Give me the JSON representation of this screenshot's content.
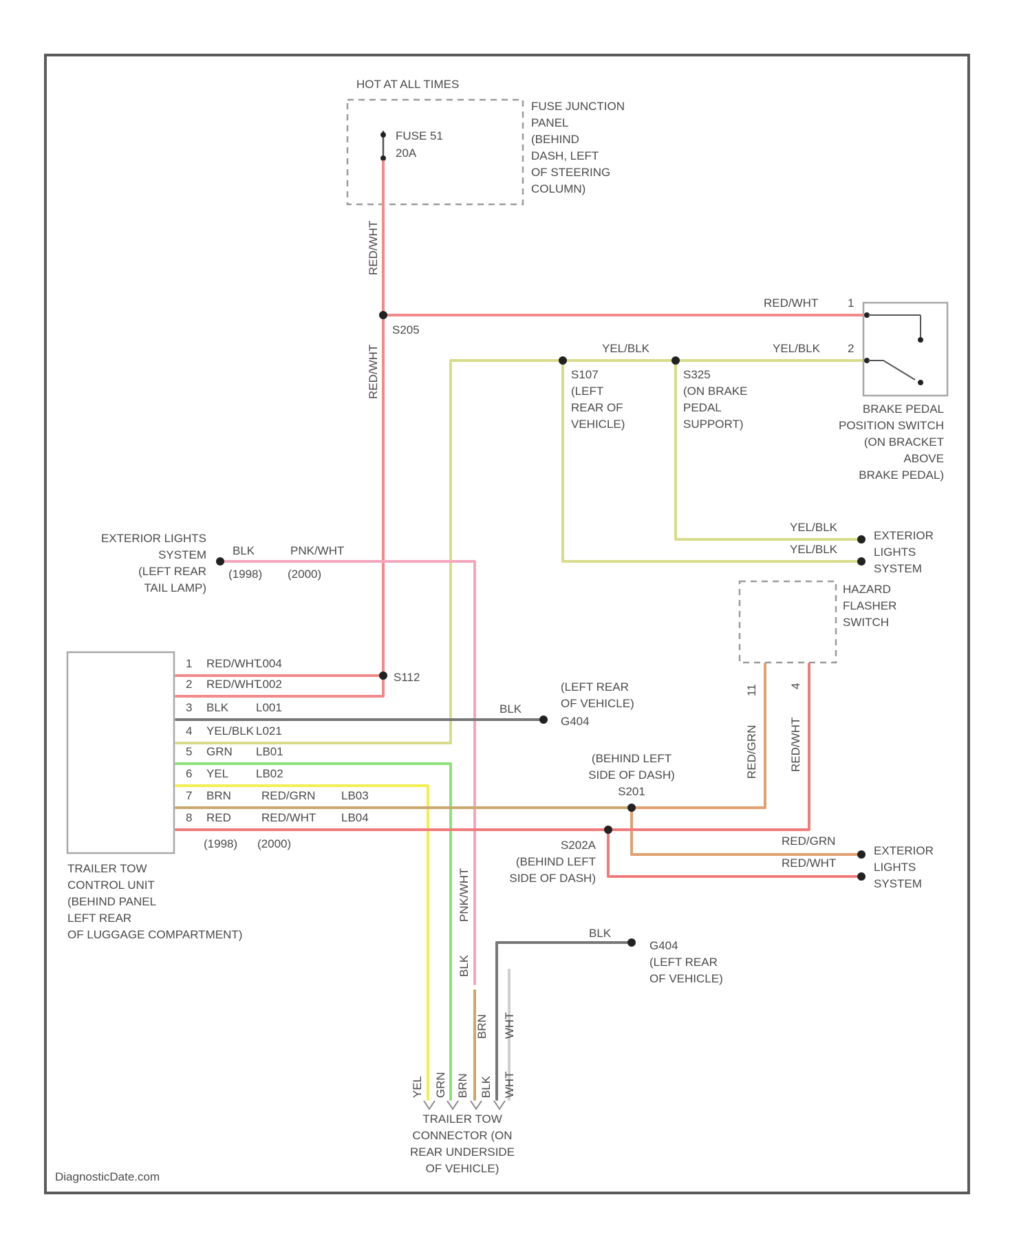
{
  "colors": {
    "red_wht": "#f28a8a",
    "yel_blk": "#d8dc8a",
    "pnk_wht": "#f4a6bc",
    "blk": "#777777",
    "grn": "#8ee07a",
    "yel": "#f2ef55",
    "red_grn": "#e0a070",
    "red": "#f07b7b",
    "brn": "#caa870",
    "wht": "#cfcfcf"
  },
  "labels": {
    "hot_at_all_times": "HOT AT ALL TIMES",
    "fuse_name": "FUSE 51",
    "fuse_amp": "20A",
    "fuse_panel": [
      "FUSE JUNCTION",
      "PANEL",
      "(BEHIND",
      "DASH, LEFT",
      "OF STEERING",
      "COLUMN)"
    ],
    "wire_red_wht_1": "RED/WHT",
    "splice_s205": "S205",
    "wire_red_wht_2": "RED/WHT",
    "bpp_red_wht": "RED/WHT",
    "bpp_pin1": "1",
    "bpp_yel_blk": "YEL/BLK",
    "bpp_pin2": "2",
    "top_yel_blk": "YEL/BLK",
    "s107": [
      "S107",
      "(LEFT",
      "REAR OF",
      "VEHICLE)"
    ],
    "s325": [
      "S325",
      "(ON BRAKE",
      "PEDAL",
      "SUPPORT)"
    ],
    "bpp_switch": [
      "BRAKE PEDAL",
      "POSITION SWITCH",
      "(ON BRACKET",
      "ABOVE",
      "BRAKE PEDAL)"
    ],
    "ext_yel_blk_1": "YEL/BLK",
    "ext_yel_blk_2": "YEL/BLK",
    "ext_lights_1": [
      "EXTERIOR",
      "LIGHTS",
      "SYSTEM"
    ],
    "ext_lights_left": [
      "EXTERIOR LIGHTS",
      "SYSTEM",
      "(LEFT REAR",
      "TAIL LAMP)"
    ],
    "tail_blk": "BLK",
    "tail_pnk_wht": "PNK/WHT",
    "tail_1998": "(1998)",
    "tail_2000": "(2000)",
    "hazard": [
      "HAZARD",
      "FLASHER",
      "SWITCH"
    ],
    "haz_pin_left": "11",
    "haz_pin_right": "4",
    "haz_red_grn": "RED/GRN",
    "haz_red_wht": "RED/WHT",
    "s112": "S112",
    "ground_blk": "BLK",
    "ground_g404": [
      "(LEFT REAR",
      "OF VEHICLE)",
      "G404"
    ],
    "s201": [
      "(BEHIND LEFT",
      "SIDE OF DASH)",
      "S201"
    ],
    "s202": [
      "S202A",
      "(BEHIND LEFT",
      "SIDE OF DASH)"
    ],
    "ext2_red_grn": "RED/GRN",
    "ext2_red_wht": "RED/WHT",
    "ext_lights_2": [
      "EXTERIOR",
      "LIGHTS",
      "SYSTEM"
    ],
    "bottom_blk": "BLK",
    "bottom_g404": [
      "G404",
      "(LEFT REAR",
      "OF VEHICLE)"
    ],
    "ttc_unit": [
      "TRAILER TOW",
      "CONTROL UNIT",
      "(BEHIND PANEL",
      "LEFT REAR",
      "OF LUGGAGE COMPARTMENT)"
    ],
    "ttc_years_1": "(1998)",
    "ttc_years_2": "(2000)",
    "connector": [
      "TRAILER TOW",
      "CONNECTOR (ON",
      "REAR UNDERSIDE",
      "OF VEHICLE)"
    ],
    "conn_wire_1": "YEL",
    "conn_wire_2": "GRN",
    "conn_wire_3": "BRN",
    "conn_wire_4": "BLK",
    "conn_wire_5": "WHT",
    "vert_pnk": "PNK/WHT",
    "vert_blk": "BLK",
    "vert_brn": "BRN",
    "vert_wht": "WHT",
    "footer": "DiagnosticDate.com"
  },
  "ttc_pins": [
    {
      "num": "1",
      "color": "RED/WHT",
      "circuit": "L004"
    },
    {
      "num": "2",
      "color": "RED/WHT",
      "circuit": "L002"
    },
    {
      "num": "3",
      "color": "BLK",
      "circuit": "L001"
    },
    {
      "num": "4",
      "color": "YEL/BLK",
      "circuit": "L021"
    },
    {
      "num": "5",
      "color": "GRN",
      "circuit": "LB01"
    },
    {
      "num": "6",
      "color": "YEL",
      "circuit": "LB02"
    },
    {
      "num": "7",
      "color": "BRN",
      "circuit": "RED/GRN",
      "circuit2": "LB03"
    },
    {
      "num": "8",
      "color": "RED",
      "circuit": "RED/WHT",
      "circuit2": "LB04"
    }
  ]
}
